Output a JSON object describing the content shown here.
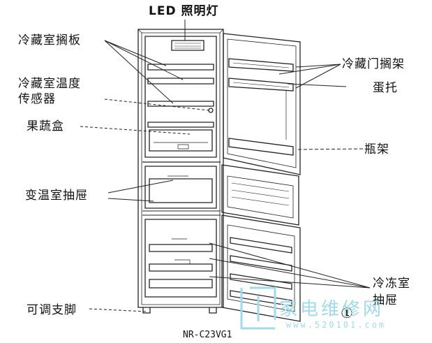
{
  "labels": {
    "led_light": "LED 照明灯",
    "fridge_shelf": "冷藏室搁板",
    "fridge_temp_sensor_line1": "冷藏室温度",
    "fridge_temp_sensor_line2": "传感器",
    "crisper": "果蔬盒",
    "variable_temp_drawer": "变温室抽屉",
    "adjustable_feet": "可调支脚",
    "door_shelf": "冷藏门搁架",
    "egg_tray": "蛋托",
    "bottle_rack": "瓶架",
    "freezer_drawer_line1": "冷冻室",
    "freezer_drawer_line2": "抽屉"
  },
  "model": "NR-C23VG1",
  "figure_number": "①",
  "watermark": {
    "text": "家电维修网",
    "url": "www.520101.com"
  },
  "colors": {
    "line": "#222222",
    "watermark": "#9fdbea"
  }
}
